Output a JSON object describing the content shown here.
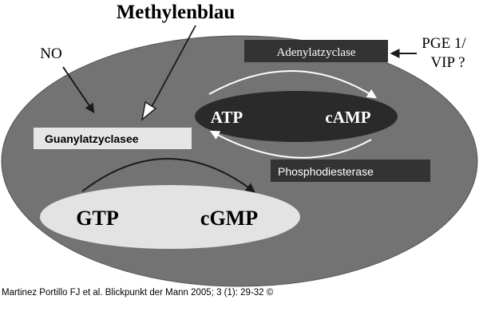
{
  "title": "Methylenblau",
  "no_label": "NO",
  "pge_line1": "PGE 1/",
  "pge_line2": "VIP ?",
  "adenylatzyclase": "Adenylatzyclase",
  "guanylatzyclase": "Guanylatzyclasee",
  "phosphodiesterase": "Phosphodiesterase",
  "atp": "ATP",
  "camp": "cAMP",
  "gtp": "GTP",
  "cgmp": "cGMP",
  "credit": "Martinez Portillo FJ et al. Blickpunkt der Mann 2005; 3 (1): 29-32 ©",
  "colors": {
    "cell": "#737373",
    "dark_oval": "#2a2a2a",
    "light_oval": "#e3e3e3",
    "dark_box": "#333333",
    "light_box": "#e6e6e6",
    "white_arrow": "#ffffff",
    "black_arrow": "#1a1a1a"
  }
}
